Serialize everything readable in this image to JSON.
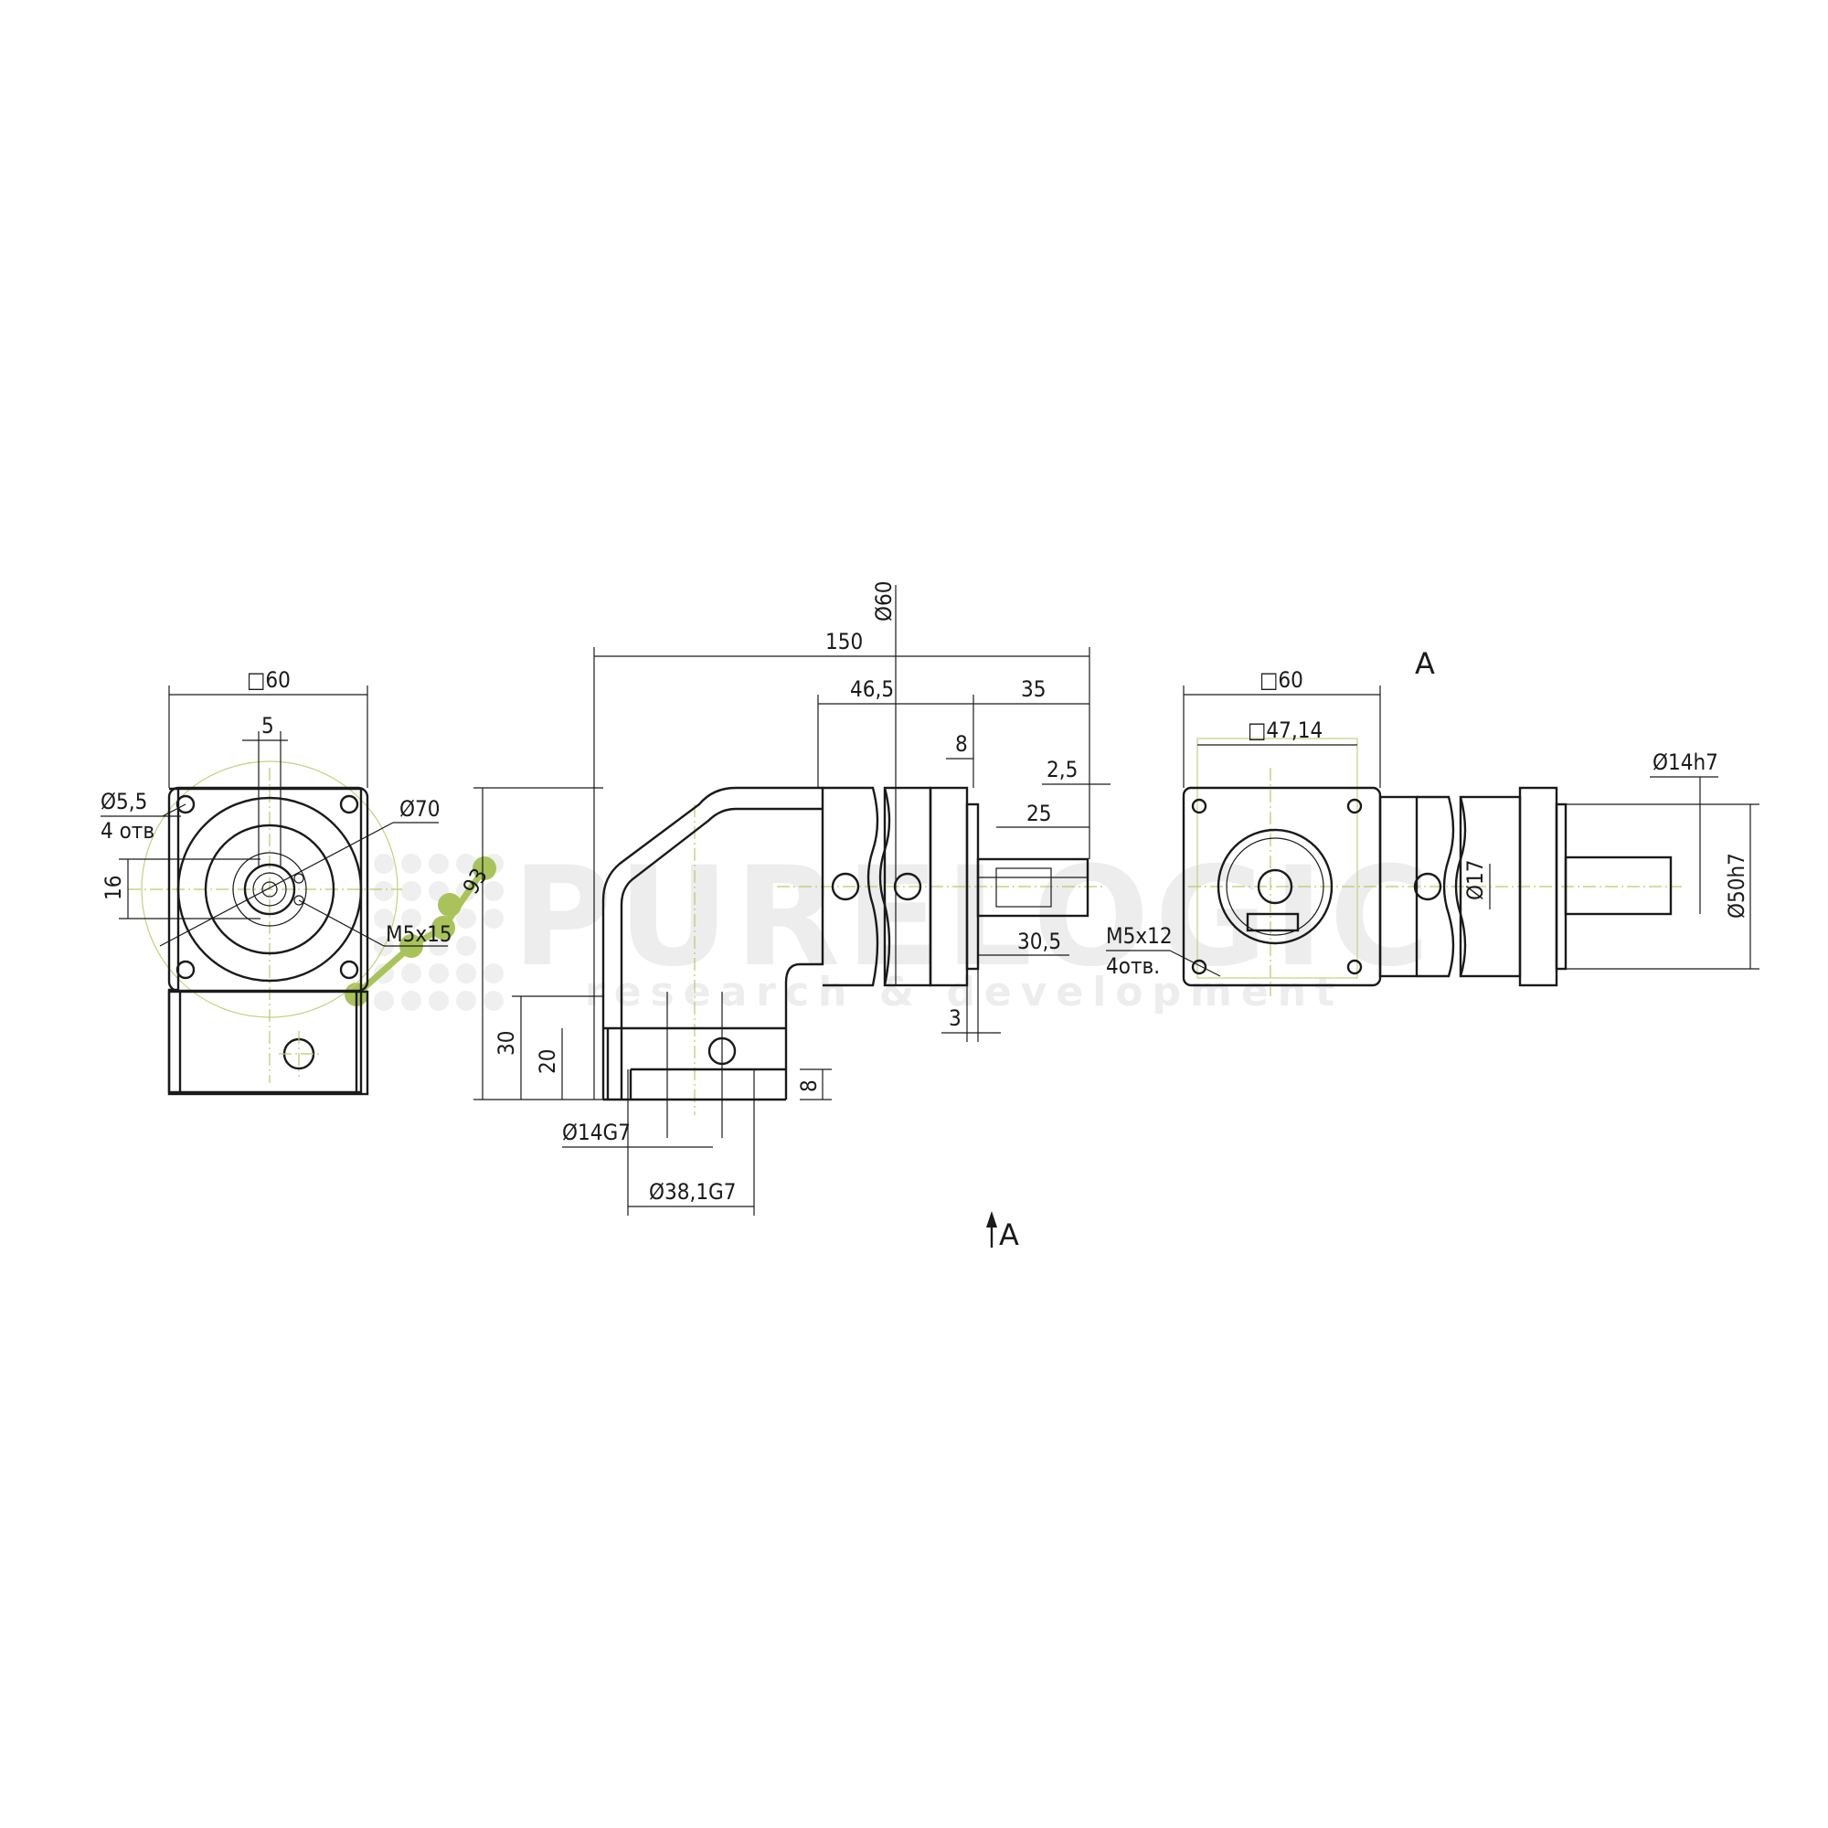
{
  "watermark": {
    "brand": "PURELOGIC",
    "tagline": "research & development",
    "accent_color": "#a9c35a"
  },
  "left_view": {
    "square": "□60",
    "offset": "5",
    "hole": "Ø5,5",
    "hole_count": "4 отв",
    "height": "16",
    "circle": "Ø70",
    "thread": "M5x15"
  },
  "side_view": {
    "shaft_dia": "Ø60",
    "overall": "150",
    "flange_len": "46,5",
    "shaft_len": "35",
    "flange_thk": "8",
    "chamfer": "2,5",
    "key_len": "25",
    "shaft_pos": "30,5",
    "shoulder": "3",
    "height": "93",
    "base_h": "30",
    "bore_h": "20",
    "bore_dia": "Ø14G7",
    "pilot_dia": "Ø38,1G7",
    "base_thk": "8"
  },
  "right_view": {
    "square": "□60",
    "inner_square": "□47,14",
    "shaft": "Ø14h7",
    "pilot": "Ø50h7",
    "bore": "Ø17",
    "thread": "M5x12",
    "thread_count": "4отв."
  },
  "view_markers": {
    "section_label": "A",
    "arrow_label": "A"
  }
}
